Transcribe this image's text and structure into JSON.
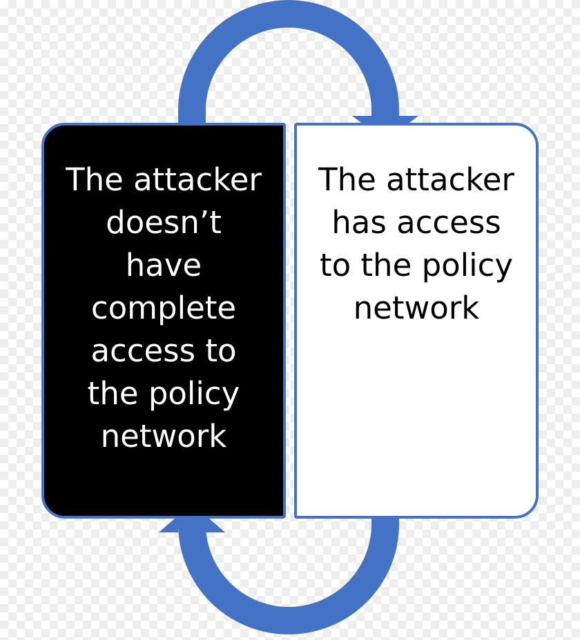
{
  "colors": {
    "accent": "#4472C4",
    "left_fill": "#000000",
    "left_text": "#ffffff",
    "right_fill": "#ffffff",
    "right_text": "#000000"
  },
  "boxes": {
    "left": {
      "text": "The attacker\ndoesn’t\nhave\ncomplete\naccess to\nthe policy\nnetwork"
    },
    "right": {
      "text": "The attacker\nhas access\nto the policy\nnetwork"
    }
  },
  "arrows": {
    "top": {
      "from": "left",
      "to": "right"
    },
    "bottom": {
      "from": "right",
      "to": "left"
    }
  }
}
